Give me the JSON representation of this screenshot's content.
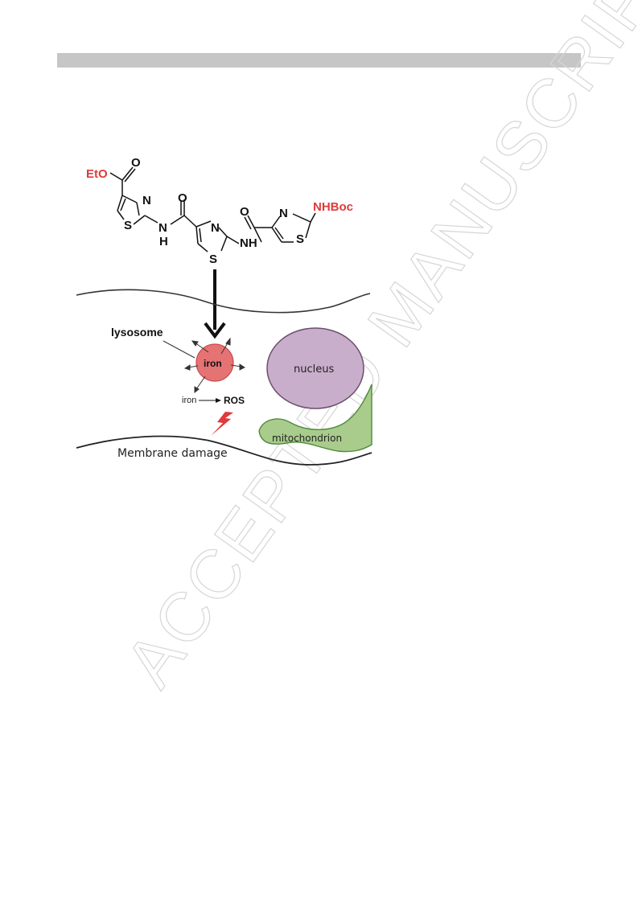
{
  "page": {
    "watermark": "ACCEPTED MANUSCRIPT"
  },
  "molecule": {
    "ester_group": "EtO",
    "carbonyl_o_1": "O",
    "ring1_n": "N",
    "ring1_s": "S",
    "amide1_n": "N",
    "amide1_h": "H",
    "carbonyl_o_2": "O",
    "ring2_n": "N",
    "ring2_s": "S",
    "amide2_nh": "NH",
    "carbonyl_o_3": "O",
    "ring3_n": "N",
    "ring3_s": "S",
    "boc_group": "NHBoc"
  },
  "cell": {
    "lysosome_label": "lysosome",
    "iron_core_label": "iron",
    "iron_reactant": "iron",
    "ros_product": "ROS",
    "nucleus_label": "nucleus",
    "mitochondrion_label": "mitochondrion",
    "membrane_label": "Membrane damage"
  },
  "colors": {
    "lysosome_fill": "#e57373",
    "nucleus_fill": "#c9aecb",
    "mitochondrion_fill": "#a9cc8c",
    "highlight_red": "#e03a3a"
  }
}
